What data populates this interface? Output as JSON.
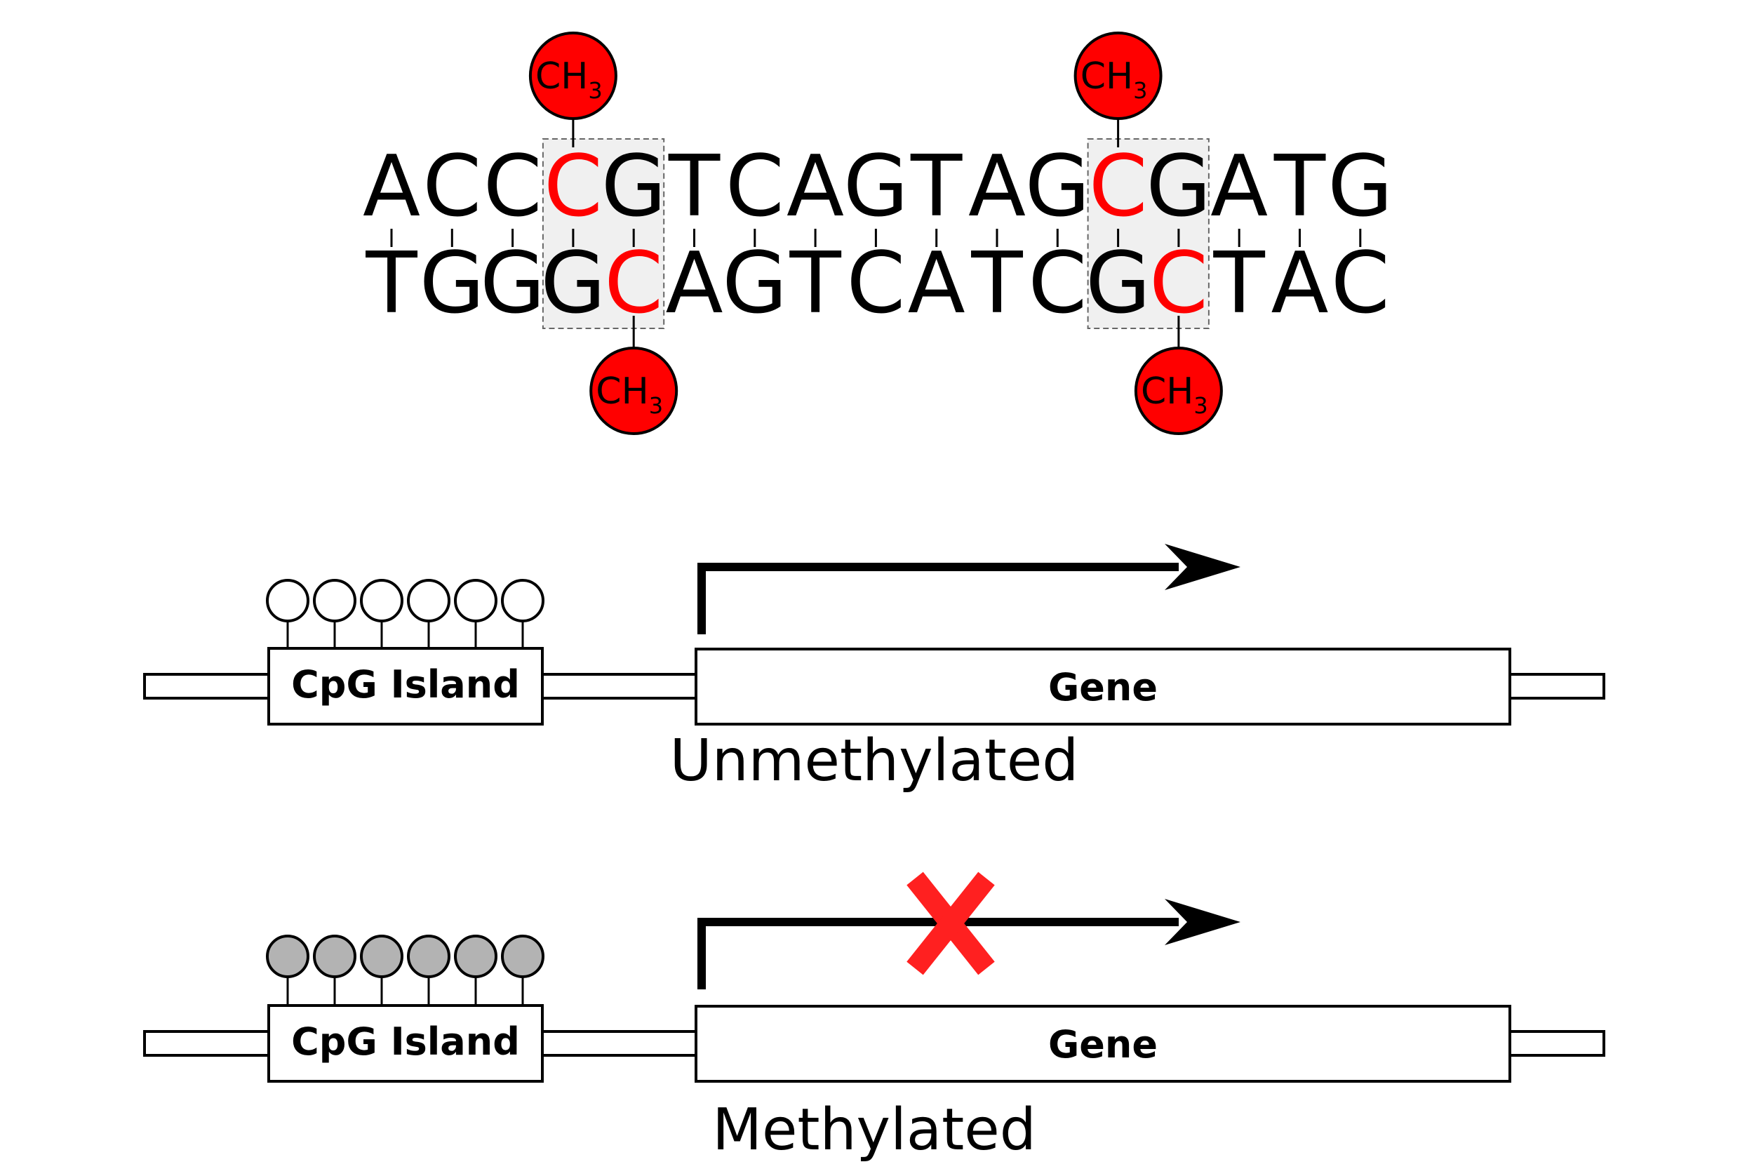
{
  "dna": {
    "top_strand": [
      "A",
      "C",
      "C",
      "C",
      "G",
      "T",
      "C",
      "A",
      "G",
      "T",
      "A",
      "G",
      "C",
      "G",
      "A",
      "T",
      "G"
    ],
    "bottom_strand": [
      "T",
      "G",
      "G",
      "G",
      "C",
      "A",
      "G",
      "T",
      "C",
      "A",
      "T",
      "C",
      "G",
      "C",
      "T",
      "A",
      "C"
    ],
    "top_methylated_indices": [
      3,
      12
    ],
    "bottom_methylated_indices": [
      4,
      13
    ],
    "cpg_sites": [
      [
        3,
        4
      ],
      [
        12,
        13
      ]
    ],
    "methyl_group": {
      "main": "CH",
      "subscript": "3"
    }
  },
  "panels": {
    "unmethylated": {
      "island_label": "CpG Island",
      "gene_label": "Gene",
      "state_label": "Unmethylated",
      "lollipop_count": 6,
      "lollipop_fill": "#ffffff",
      "blocked": false
    },
    "methylated": {
      "island_label": "CpG Island",
      "gene_label": "Gene",
      "state_label": "Methylated",
      "lollipop_count": 6,
      "lollipop_fill": "#b3b3b3",
      "blocked": true,
      "block_mark": "X"
    }
  },
  "colors": {
    "methyl_red": "#ff0000",
    "base_black": "#000000",
    "cpg_highlight": "#f0f0f0",
    "block_red": "#ff2020"
  }
}
